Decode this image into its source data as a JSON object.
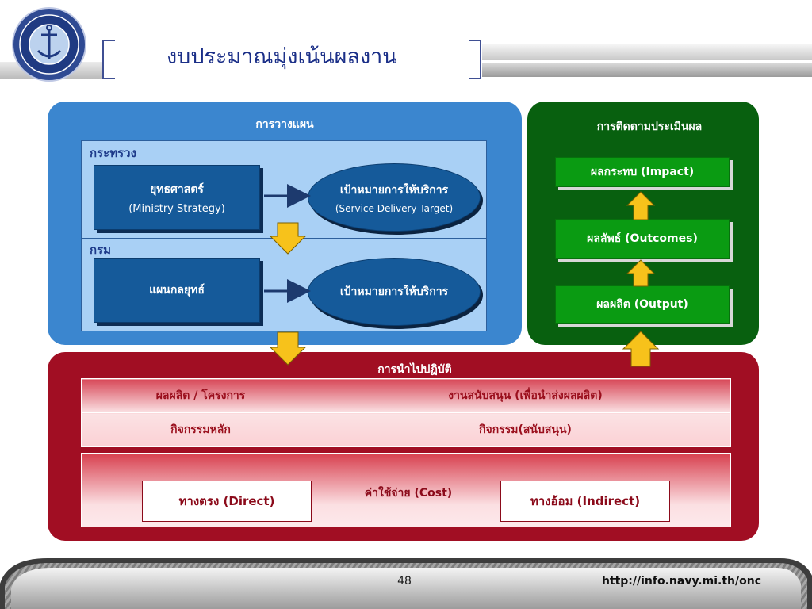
{
  "slide": {
    "title": "งบประมาณมุ่งเน้นผลงาน",
    "page_number": "48",
    "url": "http://info.navy.mi.th/onc"
  },
  "planning": {
    "title": "การวางแผน",
    "ministry_label": "กระทรวง",
    "department_label": "กรม",
    "strategy": {
      "line1": "ยุทธศาสตร์",
      "line2": "(Ministry Strategy)"
    },
    "service_target": {
      "line1": "เป้าหมายการให้บริการ",
      "line2": "(Service Delivery Target)"
    },
    "strategic_plan": "แผนกลยุทธ์",
    "service_target_dept": "เป้าหมายการให้บริการ"
  },
  "monitoring": {
    "title": "การติดตามประเมินผล",
    "impact": "ผลกระทบ (Impact)",
    "outcomes": "ผลลัพธ์ (Outcomes)",
    "output": "ผลผลิต (Output)"
  },
  "implementation": {
    "title": "การนำไปปฏิบัติ",
    "table": {
      "headers": [
        "ผลผลิต / โครงการ",
        "งานสนับสนุน (เพื่อนำส่งผลผลิต)"
      ],
      "row": [
        "กิจกรรมหลัก",
        "กิจกรรม(สนับสนุน)"
      ]
    },
    "cost_label": "ค่าใช้จ่าย (Cost)",
    "direct": "ทางตรง (Direct)",
    "indirect": "ทางอ้อม (Indirect)"
  },
  "colors": {
    "planning_bg": "#3b86cf",
    "monitoring_bg": "#08600f",
    "implementation_bg": "#a10e23",
    "arrow_fill": "#f7c21b"
  }
}
